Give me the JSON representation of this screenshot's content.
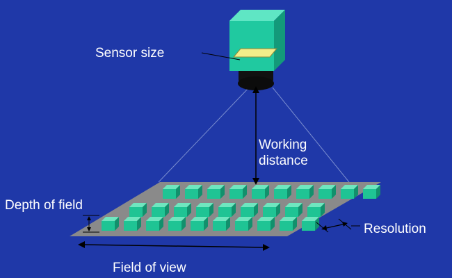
{
  "labels": {
    "sensor_size": "Sensor size",
    "working_distance_line1": "Working",
    "working_distance_line2": "distance",
    "depth_of_field": "Depth of field",
    "resolution": "Resolution",
    "field_of_view": "Field of view"
  },
  "colors": {
    "background": "#1f38a8",
    "camera_front": "#20c9a0",
    "camera_top": "#5fe6c4",
    "camera_side": "#139a7a",
    "sensor": "#f2ee8a",
    "lens": "#0c0c0c",
    "platform": "#8a8a8a",
    "cube_front": "#1fc494",
    "cube_top": "#6fe6bf",
    "cube_side": "#12906c",
    "annotation": "#000000",
    "text": "#ffffff"
  }
}
